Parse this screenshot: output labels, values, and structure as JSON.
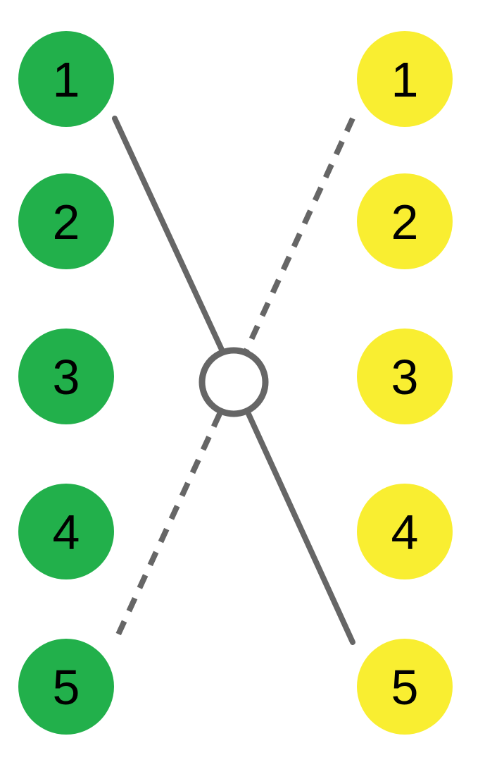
{
  "colors": {
    "green": "#22b04b",
    "yellow": "#f9ee31",
    "line": "#666666",
    "hub_fill": "#ffffff"
  },
  "left_column": {
    "color_name": "green",
    "nodes": [
      "1",
      "2",
      "3",
      "4",
      "5"
    ]
  },
  "right_column": {
    "color_name": "yellow",
    "nodes": [
      "1",
      "2",
      "3",
      "4",
      "5"
    ]
  },
  "connections": [
    {
      "from": "left.1",
      "to": "right.5",
      "style": "solid"
    },
    {
      "from": "right.1",
      "to": "left.5",
      "style": "dashed"
    }
  ],
  "hub": {
    "shape": "circle",
    "filled": false
  }
}
